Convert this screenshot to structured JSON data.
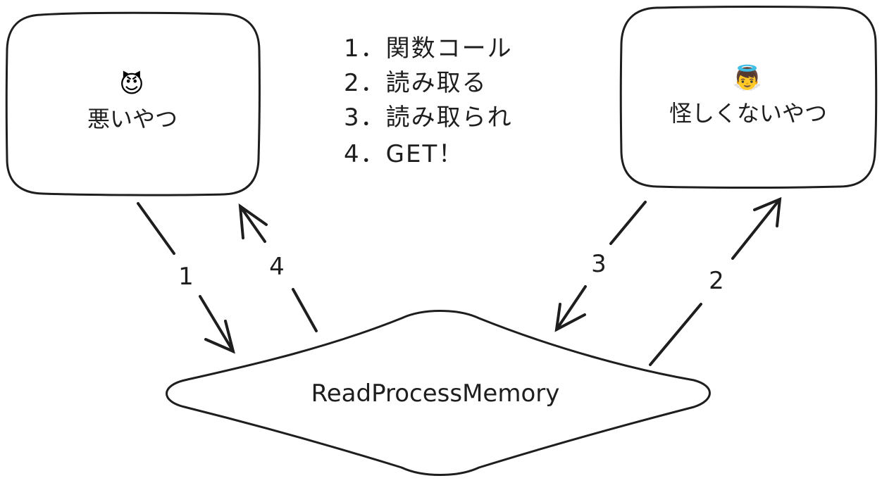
{
  "nodes": {
    "bad": {
      "icon": "😈",
      "icon_name": "smiling-devil-icon",
      "label": "悪いやつ"
    },
    "good": {
      "icon": "👼",
      "icon_name": "baby-angel-icon",
      "label": "怪しくないやつ"
    },
    "center": {
      "label": "ReadProcessMemory"
    }
  },
  "steps": [
    "1．関数コール",
    "2．読み取る",
    "3．読み取られ",
    "4．GET！"
  ],
  "edges": [
    {
      "id": "edge-1",
      "label": "1",
      "from": "bad",
      "to": "center"
    },
    {
      "id": "edge-2",
      "label": "2",
      "from": "center",
      "to": "good"
    },
    {
      "id": "edge-3",
      "label": "3",
      "from": "good",
      "to": "center"
    },
    {
      "id": "edge-4",
      "label": "4",
      "from": "center",
      "to": "bad"
    }
  ]
}
